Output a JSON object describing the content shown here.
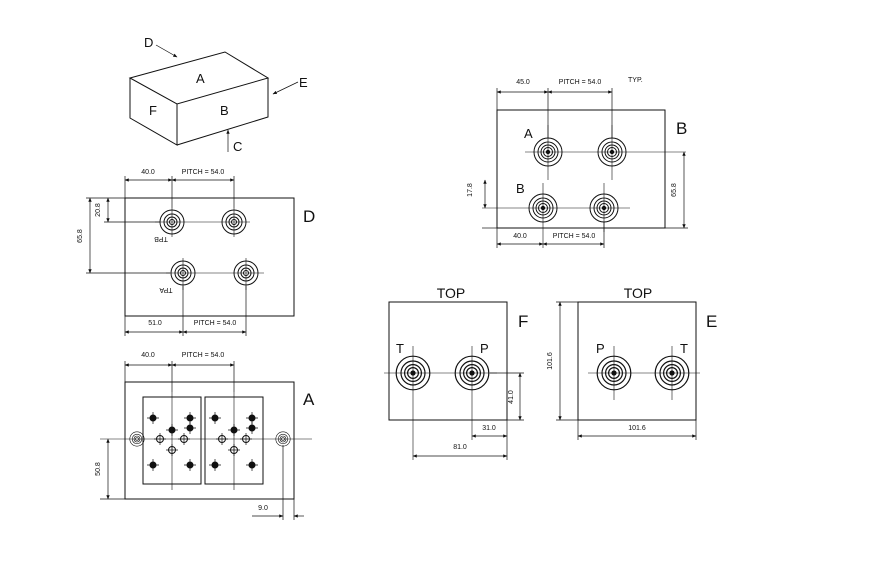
{
  "iso": {
    "top": "A",
    "front": "B",
    "side": "F",
    "arrow_bottom": "C",
    "arrow_top": "D",
    "arrow_right": "E"
  },
  "view_d": {
    "title": "D",
    "dim_left": "40.0",
    "dim_pitch_top": "PITCH = 54.0",
    "dim_height_small": "20.8",
    "dim_height_total": "65.8",
    "dim_bottom_left": "51.0",
    "dim_pitch_bottom": "PITCH = 54.0",
    "port_top": "TPB",
    "port_bottom": "TPA"
  },
  "view_a": {
    "title": "A",
    "dim_left": "40.0",
    "dim_pitch": "PITCH = 54.0",
    "dim_height": "50.8",
    "dim_right": "9.0"
  },
  "view_b": {
    "title": "B",
    "dim_left_top": "45.0",
    "dim_pitch_top": "PITCH = 54.0",
    "typ": "TYP.",
    "port_a": "A",
    "port_b": "B",
    "dim_height_small": "17.8",
    "dim_height_total": "65.8",
    "dim_left_bottom": "40.0",
    "dim_pitch_bottom": "PITCH = 54.0"
  },
  "view_f": {
    "title": "F",
    "top_label": "TOP",
    "port_t": "T",
    "port_p": "P",
    "dim_height": "41.0",
    "dim_inner": "31.0",
    "dim_total": "81.0"
  },
  "view_e": {
    "title": "E",
    "top_label": "TOP",
    "port_p": "P",
    "port_t": "T",
    "dim_height": "101.6",
    "dim_width": "101.6"
  }
}
